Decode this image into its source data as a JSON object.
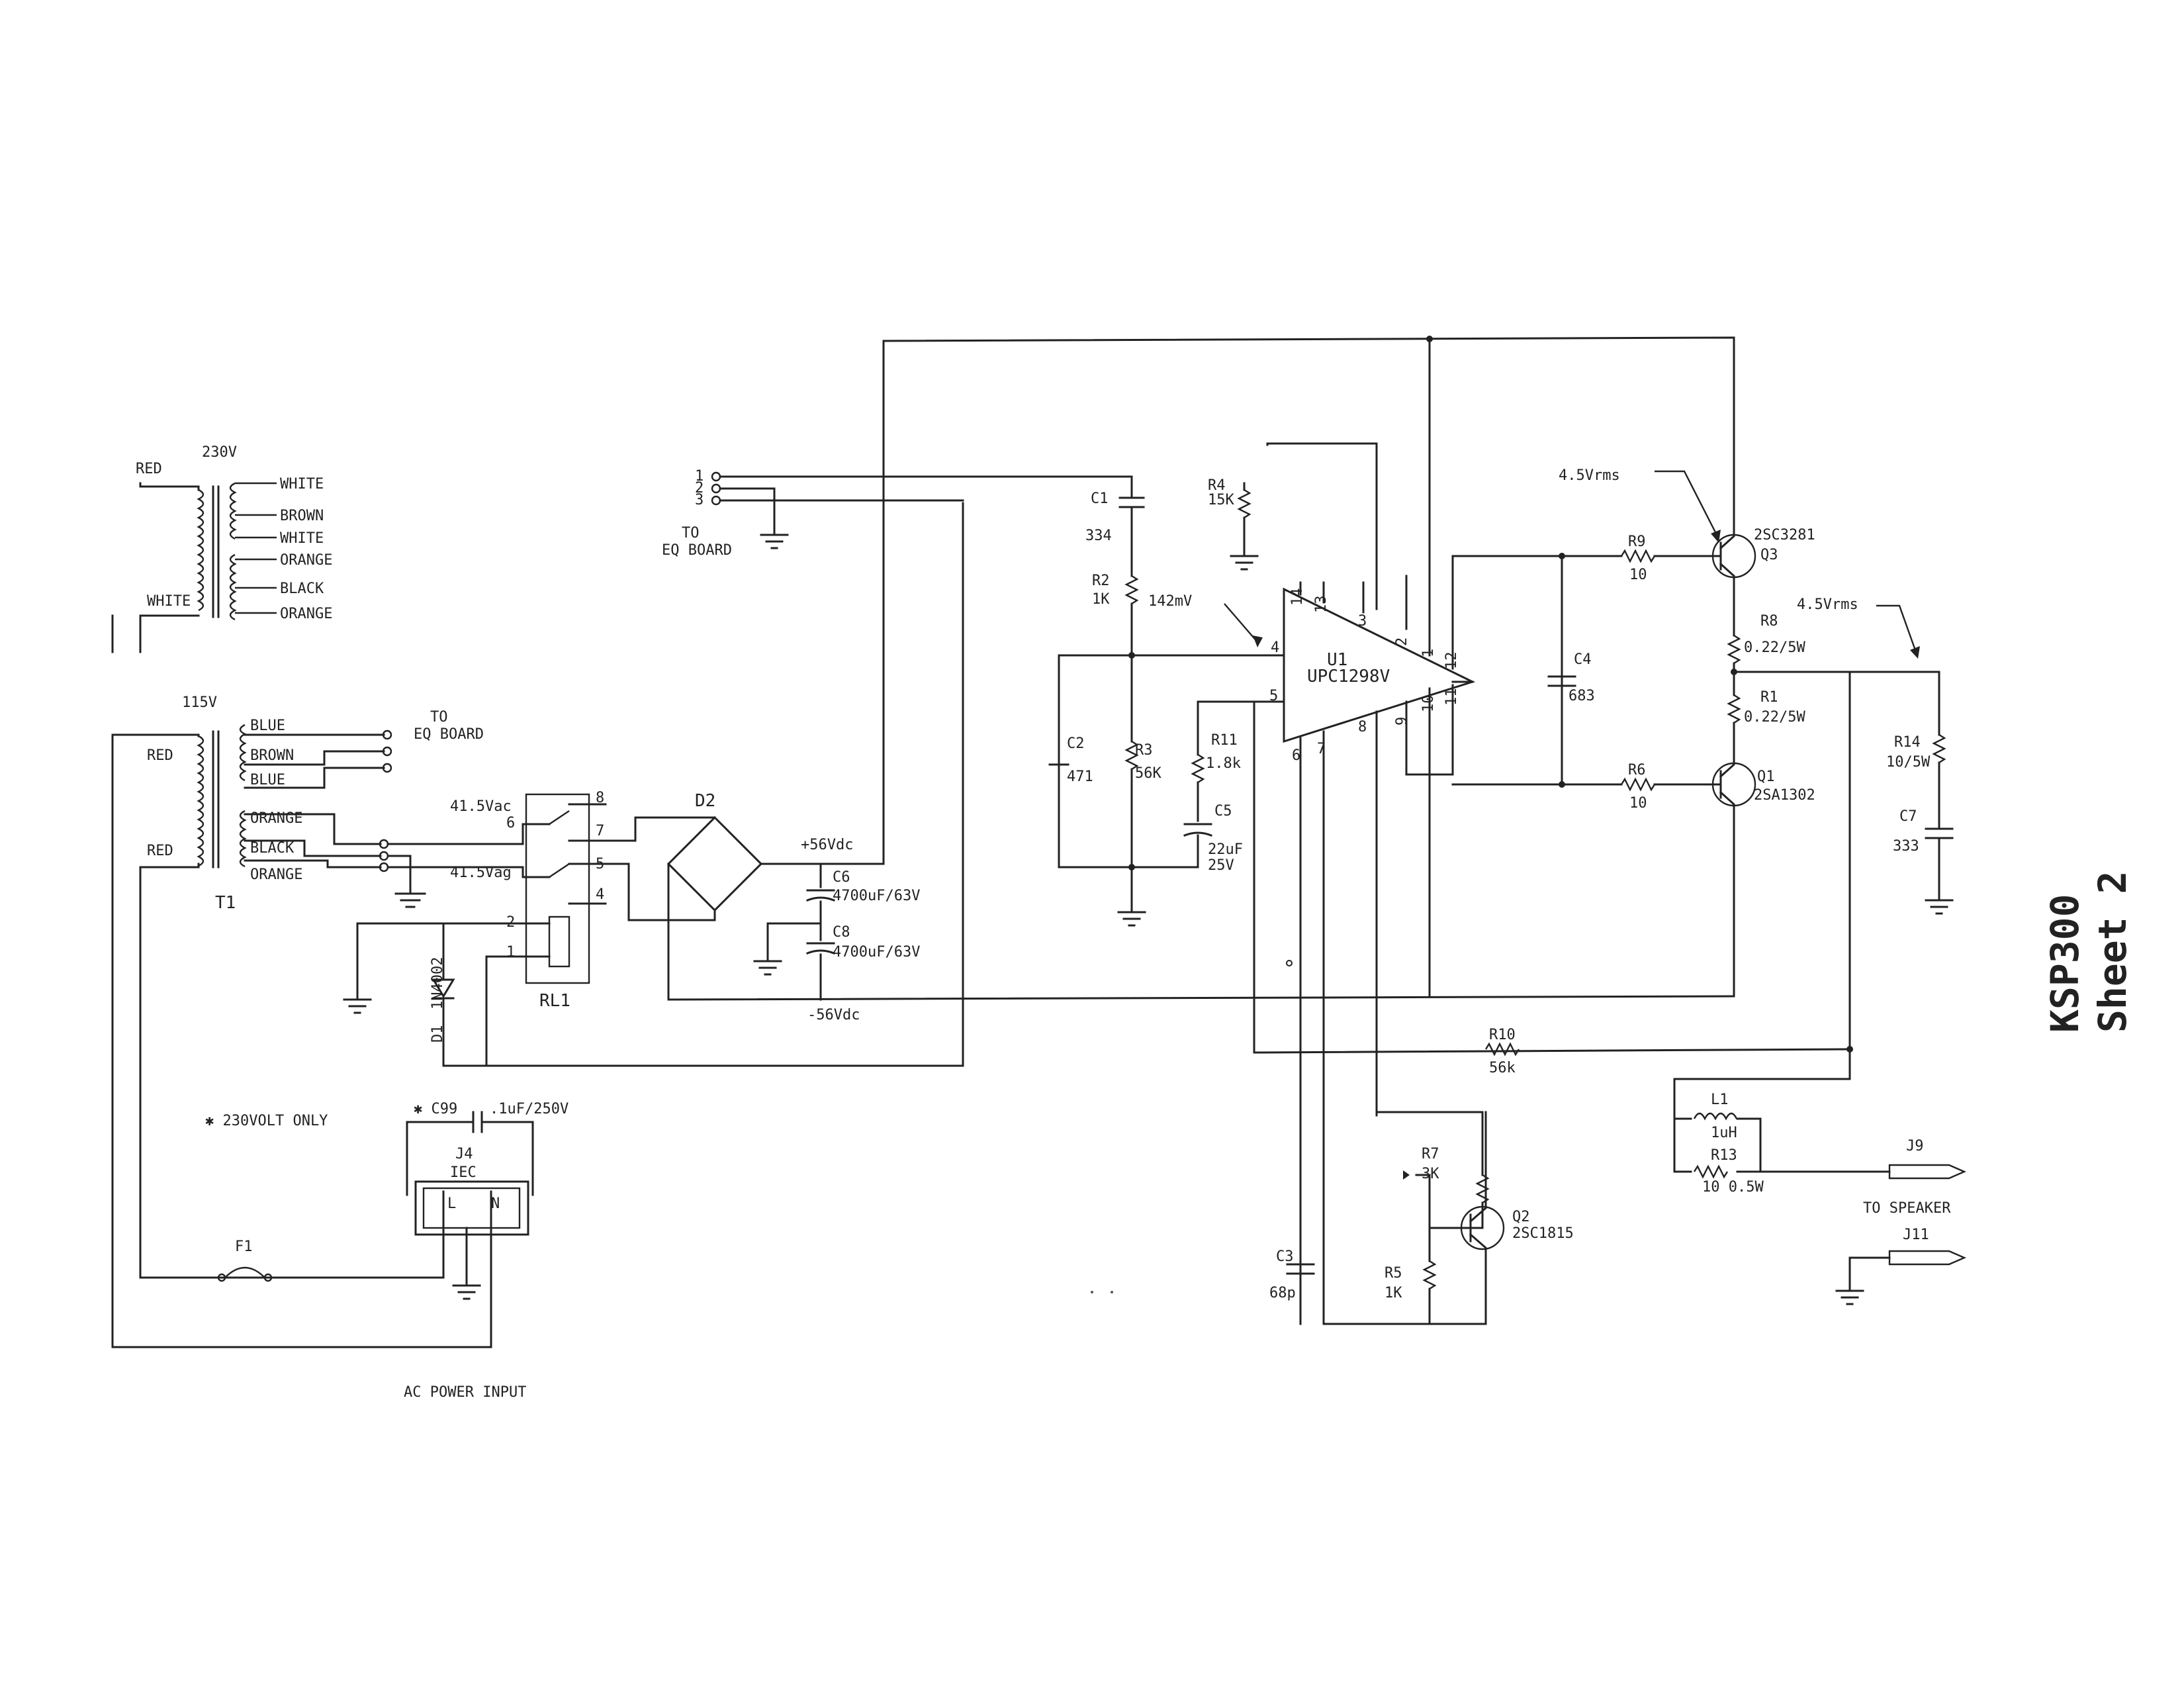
{
  "title": {
    "model": "KSP300",
    "sheet": "Sheet 2"
  },
  "labels": {
    "transformer_230": {
      "v": "230V",
      "red": "RED",
      "white": "WHITE",
      "taps": [
        "WHITE",
        "BROWN",
        "WHITE",
        "ORANGE",
        "BLACK",
        "ORANGE"
      ]
    },
    "transformer_115": {
      "v": "115V",
      "red_top": "RED",
      "red_bot": "RED",
      "taps": [
        "BLUE",
        "BROWN",
        "BLUE",
        "ORANGE",
        "BLACK",
        "ORANGE"
      ],
      "ref": "T1"
    },
    "to_eq_board_1": "TO\nEQ BOARD",
    "to_eq_board_2": "TO\nEQ BOARD",
    "eq_pins": [
      "1",
      "2",
      "3"
    ],
    "vac_top": "41.5Vac",
    "vac_bot": "41.5Vag",
    "relay": {
      "ref": "RL1",
      "pins": [
        "8",
        "7",
        "6",
        "5",
        "4",
        "2",
        "1"
      ]
    },
    "d2": "D2",
    "pos_rail": "+56Vdc",
    "neg_rail": "-56Vdc",
    "c6": {
      "ref": "C6",
      "val": "4700uF/63V"
    },
    "c8": {
      "ref": "C8",
      "val": "4700uF/63V"
    },
    "d1": {
      "ref": "D1",
      "val": "1N4002"
    },
    "note_230": "✱ 230VOLT ONLY",
    "c99": {
      "ref": "✱ C99",
      "val": ".1uF/250V"
    },
    "j4": {
      "ref": "J4",
      "type": "IEC",
      "l": "L",
      "n": "N"
    },
    "f1": "F1",
    "ac_power": "AC POWER INPUT",
    "c1": {
      "ref": "C1",
      "val": "334"
    },
    "r2": {
      "ref": "R2",
      "val": "1K"
    },
    "r4": {
      "ref": "R4",
      "val": "15K"
    },
    "mv142": "142mV",
    "c2": {
      "ref": "C2",
      "val": "471"
    },
    "r3": {
      "ref": "R3",
      "val": "56K"
    },
    "r11": {
      "ref": "R11",
      "val": "1.8k"
    },
    "c5": {
      "ref": "C5",
      "val": "22uF\n25V"
    },
    "u1": {
      "ref": "U1",
      "val": "UPC1298V",
      "pins": [
        "14",
        "13",
        "3",
        "2",
        "1",
        "12",
        "4",
        "5",
        "6",
        "7",
        "8",
        "9",
        "10",
        "11"
      ]
    },
    "c4": {
      "ref": "C4",
      "val": "683"
    },
    "r9": {
      "ref": "R9",
      "val": "10"
    },
    "r6": {
      "ref": "R6",
      "val": "10"
    },
    "q3": {
      "ref": "Q3",
      "val": "2SC3281"
    },
    "q1": {
      "ref": "Q1",
      "val": "2SA1302"
    },
    "vrms_top": "4.5Vrms",
    "vrms_right": "4.5Vrms",
    "r8": {
      "ref": "R8",
      "val": "0.22/5W"
    },
    "r1": {
      "ref": "R1",
      "val": "0.22/5W"
    },
    "r14": {
      "ref": "R14",
      "val": "10/5W"
    },
    "c7": {
      "ref": "C7",
      "val": "333"
    },
    "r10": {
      "ref": "R10",
      "val": "56k"
    },
    "l1": {
      "ref": "L1",
      "val": "1uH"
    },
    "r13": {
      "ref": "R13",
      "val": "10  0.5W"
    },
    "j9": "J9",
    "j11": "J11",
    "to_speaker": "TO SPEAKER",
    "r7": {
      "ref": "R7",
      "val": "3K"
    },
    "q2": {
      "ref": "Q2",
      "val": "2SC1815"
    },
    "c3": {
      "ref": "C3",
      "val": "68p"
    },
    "r5": {
      "ref": "R5",
      "val": "1K"
    }
  }
}
